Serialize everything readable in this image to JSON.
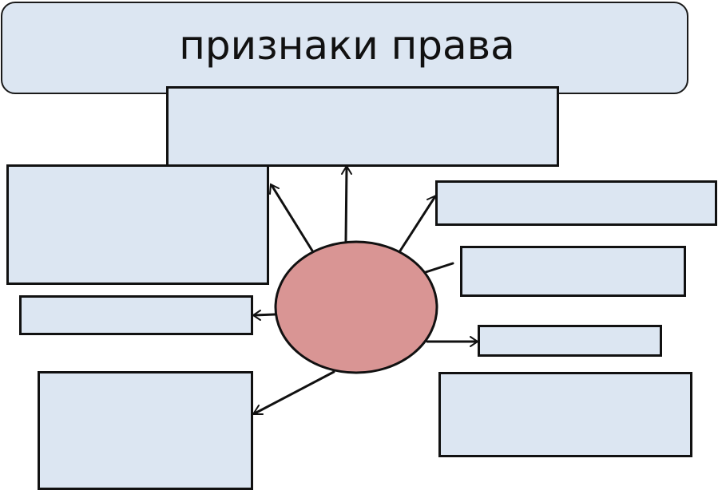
{
  "title": {
    "text": "признаки права"
  },
  "colors": {
    "box_fill": "#dce6f2",
    "center_fill": "#d99594",
    "stroke": "#111111"
  },
  "boxes": [
    {
      "id": "top-center",
      "text": ""
    },
    {
      "id": "left-upper",
      "text": ""
    },
    {
      "id": "left-middle",
      "text": ""
    },
    {
      "id": "left-lower",
      "text": ""
    },
    {
      "id": "right-top",
      "text": ""
    },
    {
      "id": "right-upper",
      "text": ""
    },
    {
      "id": "right-middle",
      "text": ""
    },
    {
      "id": "right-lower",
      "text": ""
    }
  ],
  "center": {
    "text": ""
  }
}
